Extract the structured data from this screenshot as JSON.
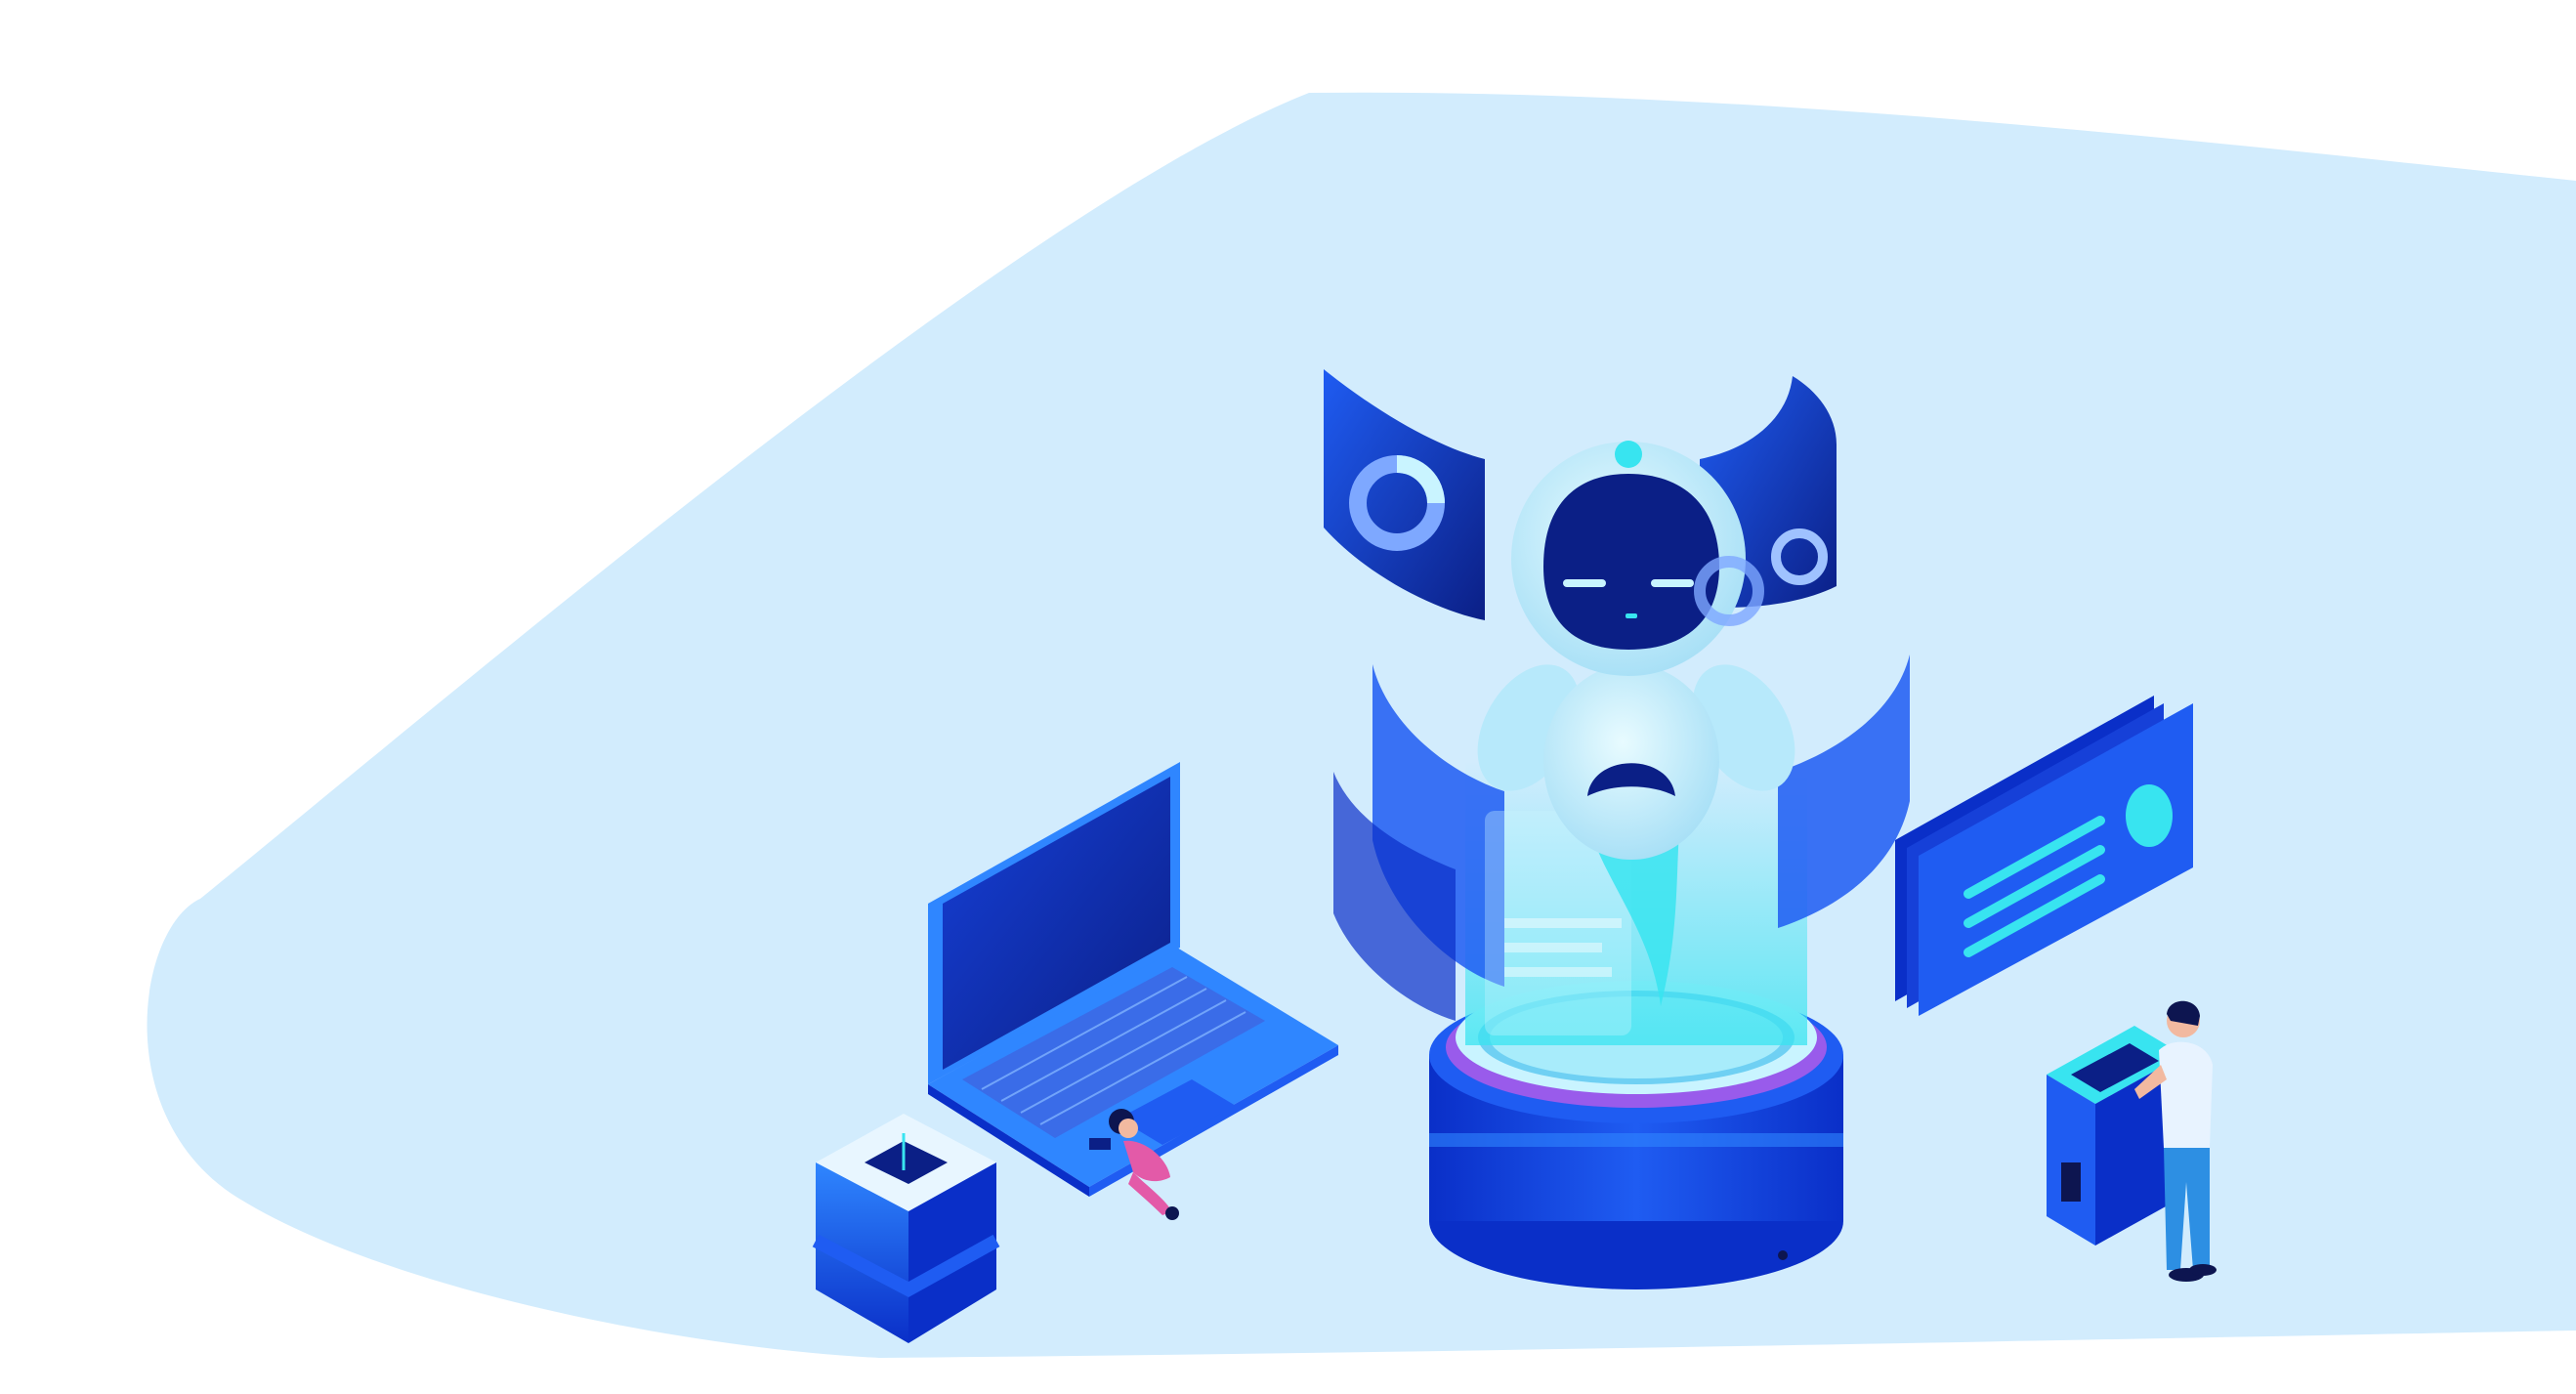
{
  "scene": {
    "description_free": true,
    "subjects": [
      "chatbot-robot",
      "holographic-pedestal",
      "laptop",
      "stacked-cube",
      "info-panel",
      "kiosk-terminal",
      "person-standing",
      "person-crouching"
    ]
  },
  "colors": {
    "background": "#ffffff",
    "blob": "#d2ecfd",
    "deep_blue": "#0a2fc8",
    "mid_blue": "#1f5cf2",
    "bright_blue": "#2f86ff",
    "cyan": "#38e4f0",
    "pale_cyan": "#c9f4ff",
    "navy": "#0b1f86",
    "magenta": "#c35be8",
    "pink": "#e35aa8",
    "skin": "#f2b9a0",
    "shirt": "#e8f3ff",
    "pants": "#2d8fe3",
    "dark": "#0d1550"
  },
  "icons": {
    "robot": "robot-icon",
    "laptop": "laptop-icon",
    "cube": "cube-icon",
    "panel": "message-card-icon",
    "kiosk": "kiosk-icon",
    "ring": "donut-chart-icon"
  }
}
